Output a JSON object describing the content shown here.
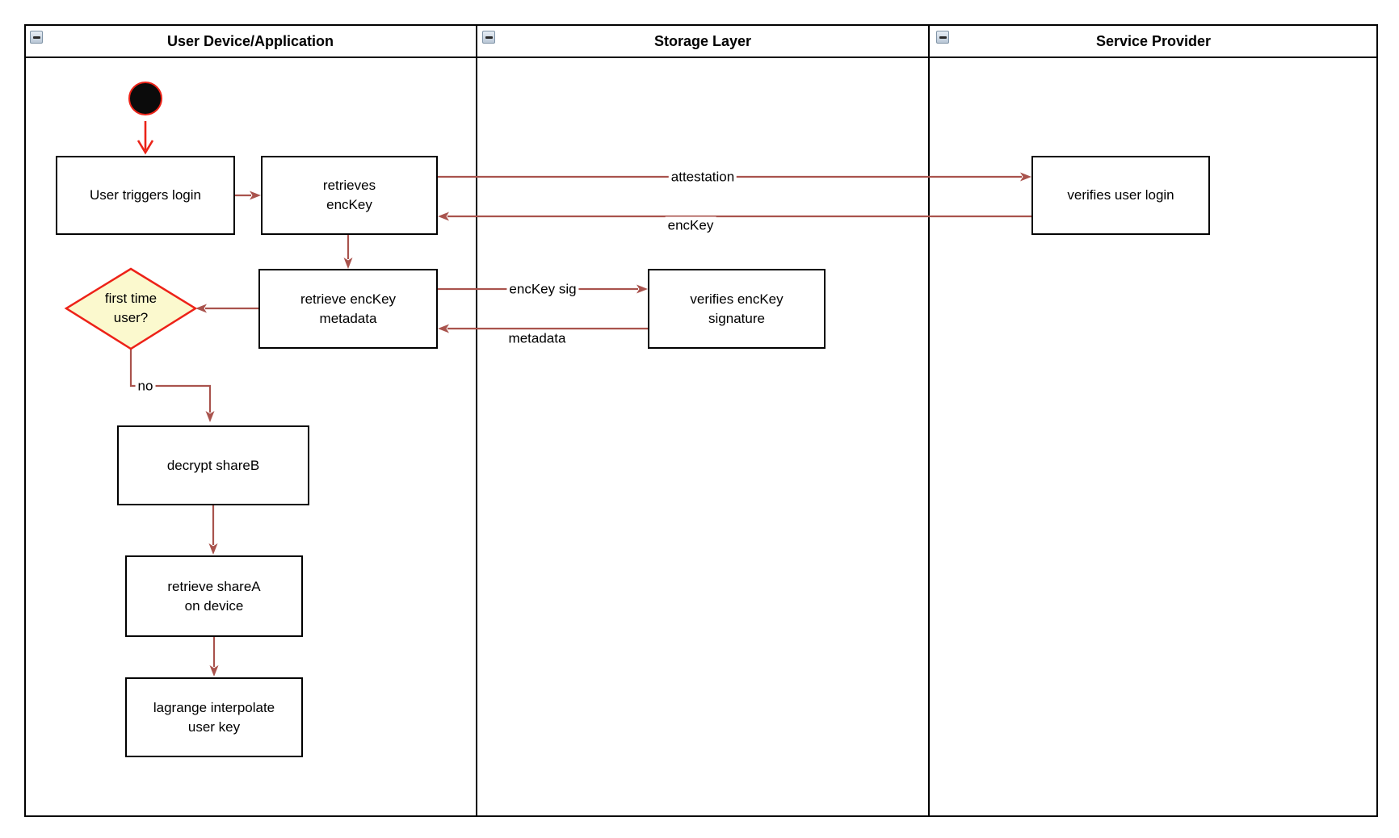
{
  "lanes": [
    {
      "title": "User Device/Application"
    },
    {
      "title": "Storage Layer"
    },
    {
      "title": "Service Provider"
    }
  ],
  "nodes": {
    "user_triggers_login": {
      "label": "User triggers login"
    },
    "retrieves_enckey": {
      "label": "retrieves\nencKey"
    },
    "verifies_user_login": {
      "label": "verifies user login"
    },
    "retrieve_enckey_metadata": {
      "label": "retrieve encKey\nmetadata"
    },
    "verifies_enckey_signature": {
      "label": "verifies encKey\nsignature"
    },
    "first_time_user": {
      "label": "first time\nuser?"
    },
    "decrypt_shareb": {
      "label": "decrypt shareB"
    },
    "retrieve_sharea": {
      "label": "retrieve shareA\non device"
    },
    "lagrange_interpolate": {
      "label": "lagrange interpolate\nuser key"
    }
  },
  "edges": {
    "attestation": {
      "label": "attestation"
    },
    "enckey": {
      "label": "encKey"
    },
    "enckey_sig": {
      "label": "encKey sig"
    },
    "metadata": {
      "label": "metadata"
    },
    "no": {
      "label": "no"
    }
  },
  "icons": {
    "collapse": "minus-in-square"
  },
  "colors": {
    "connector": "#A9534D",
    "accent_red": "#EB2318",
    "decision_fill": "#FBF9CE",
    "decision_border": "#ED2218",
    "box_border": "#000000"
  }
}
